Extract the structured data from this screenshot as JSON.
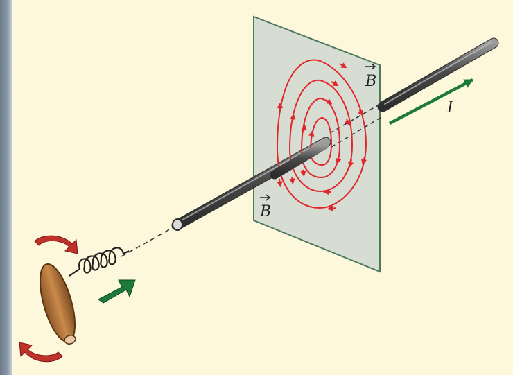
{
  "diagram": {
    "labels": {
      "b_field_top": "B",
      "b_field_bottom": "B",
      "current": "I"
    },
    "colors": {
      "background": "#fdf7dc",
      "plane": "#d7ddd3",
      "plane_border": "#4d7a5e",
      "wire": "#5a5a5a",
      "field_lines": "#e0272b",
      "current_arrow": "#1e7a3a",
      "rotation_arrows": "#c0322c",
      "handle": "#b97a3d"
    },
    "icons": [
      "corkscrew-icon",
      "rotation-arrow-icon",
      "push-arrow-icon",
      "current-direction-arrow-icon"
    ]
  }
}
